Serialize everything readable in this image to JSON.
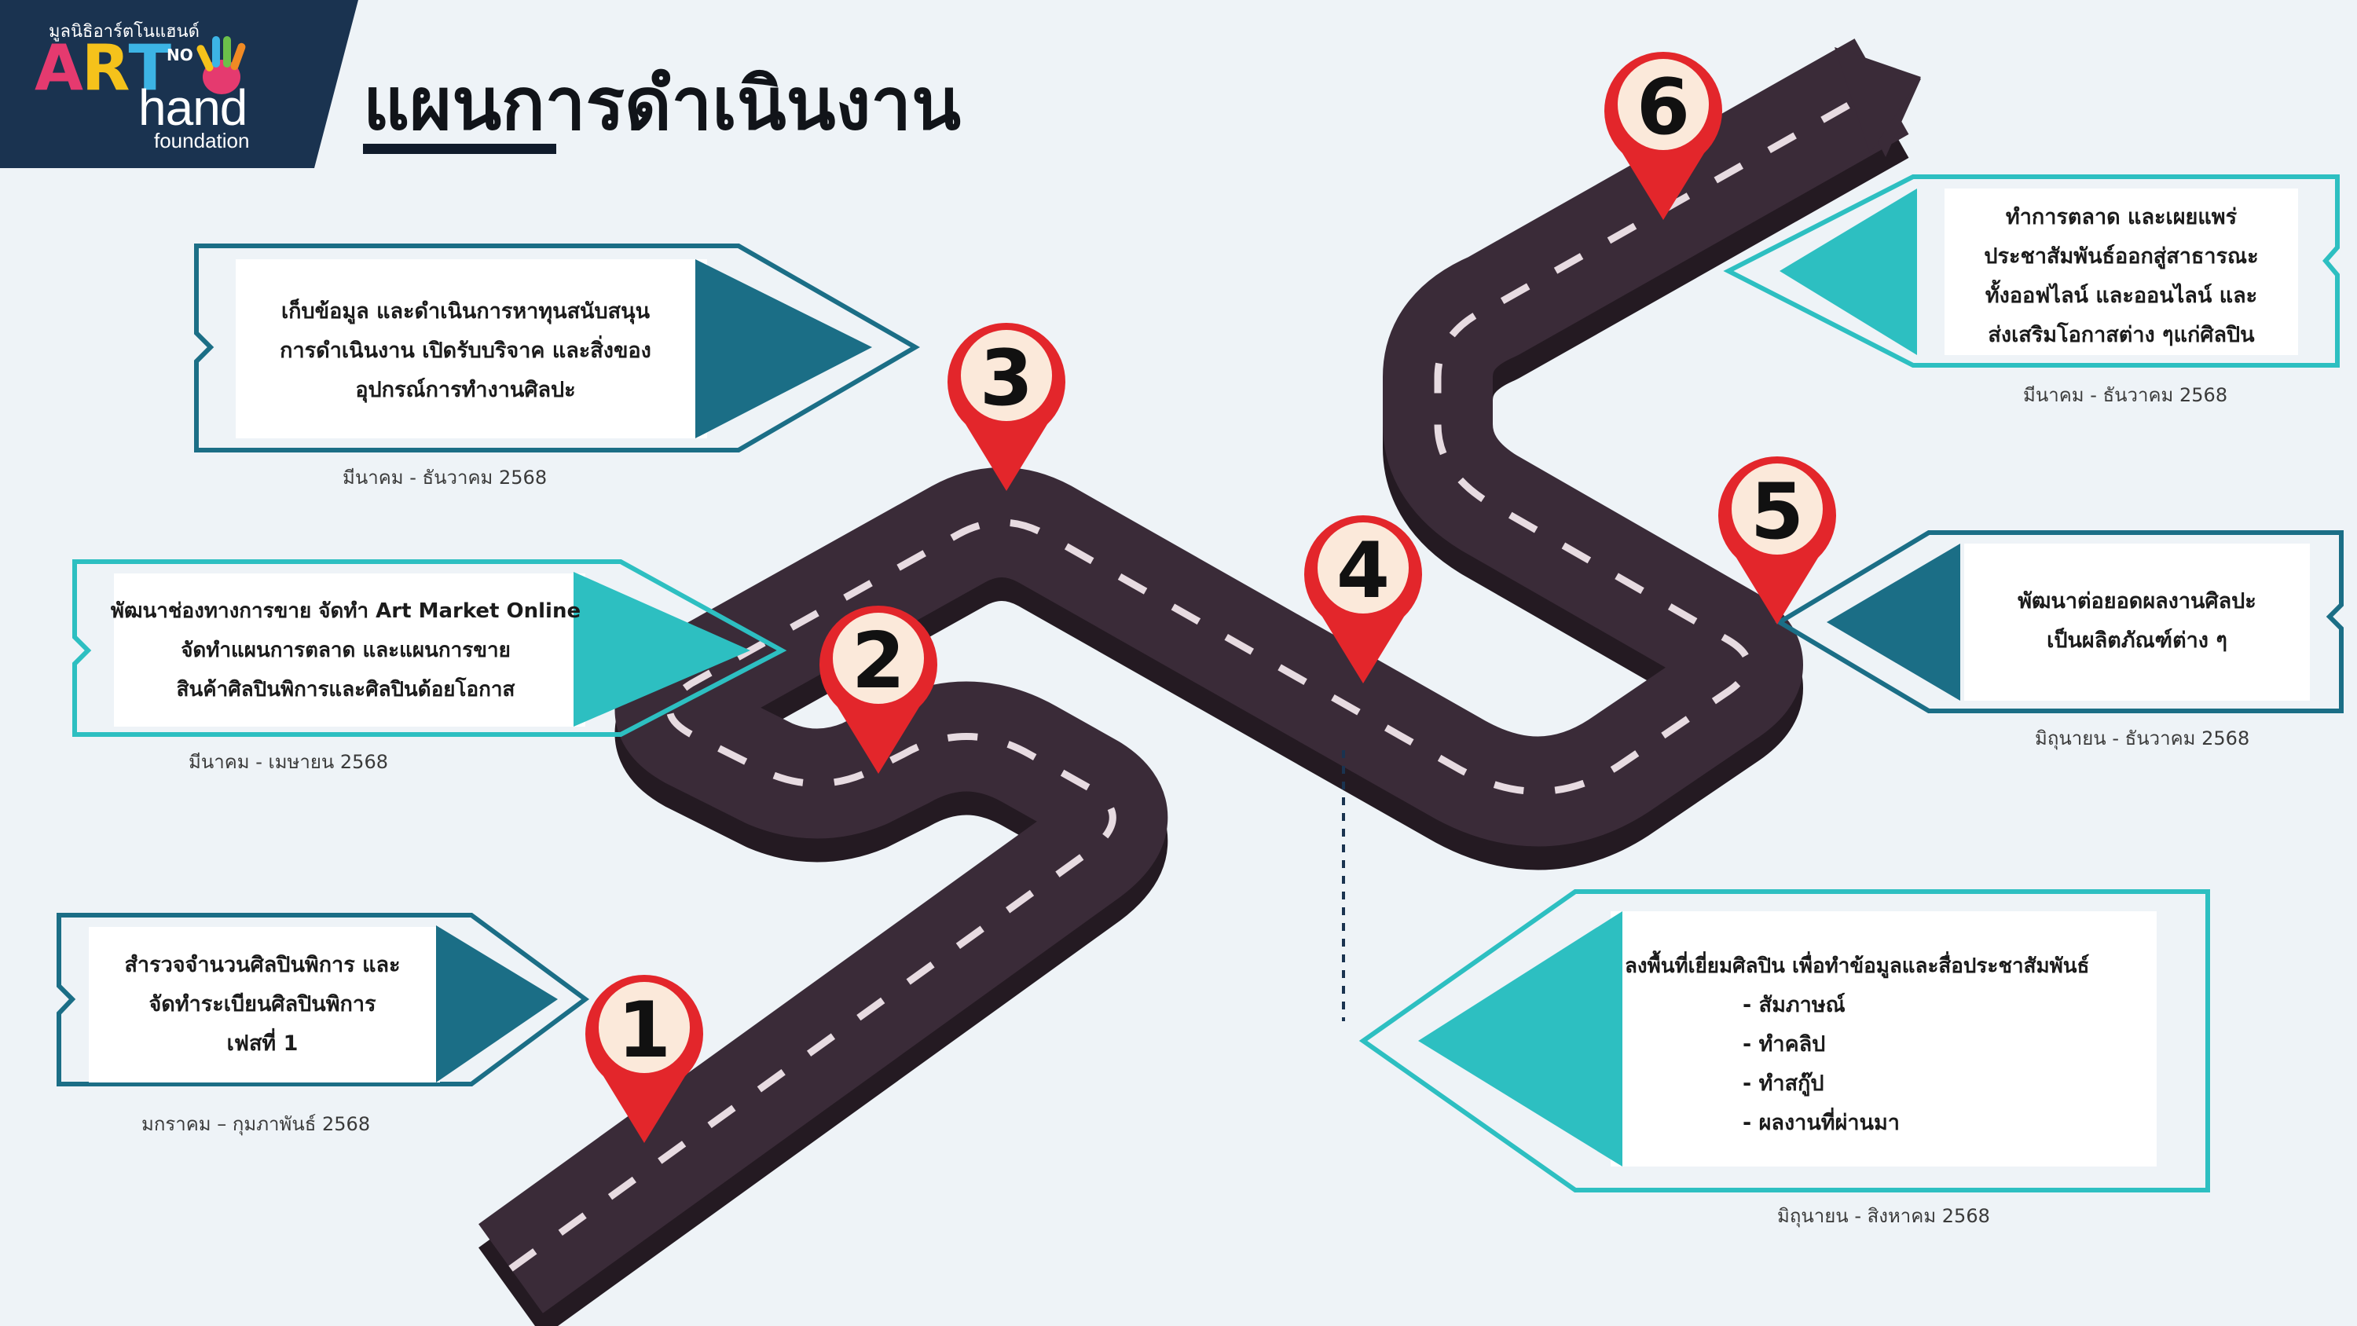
{
  "brand": {
    "org_name": "มูลนิธิอาร์ตโนแฮนด์",
    "art_letters": [
      "A",
      "R",
      "T"
    ],
    "art_colors": [
      "#e53a6f",
      "#f5c21b",
      "#3cb4e5"
    ],
    "no_text": "NO",
    "hand_text": "hand",
    "foundation_text": "foundation"
  },
  "page": {
    "title": "แผนการดำเนินงาน"
  },
  "colors": {
    "navy": "#1a3350",
    "teal": "#2dbfc1",
    "dark_teal": "#1b6e86",
    "road": "#3a2b38",
    "road_side": "#241a22",
    "pin_red": "#e3262b",
    "pin_face": "#fbe9da"
  },
  "milestones": [
    {
      "number": "1",
      "lines": [
        "สำรวจจำนวนศิลปินพิการ และ",
        "จัดทำระเบียนศิลปินพิการ",
        "เฟสที่ 1"
      ],
      "period": "มกราคม – กุมภาพันธ์ 2568"
    },
    {
      "number": "2",
      "lines": [
        "พัฒนาช่องทางการขาย จัดทำ Art Market Online",
        "จัดทำแผนการตลาด และแผนการขาย",
        "สินค้าศิลปินพิการและศิลปินด้อยโอกาส"
      ],
      "period": "มีนาคม - เมษายน 2568"
    },
    {
      "number": "3",
      "lines": [
        "เก็บข้อมูล และดำเนินการหาทุนสนับสนุน",
        "การดำเนินงาน เปิดรับบริจาค และสิ่งของ",
        "อุปกรณ์การทำงานศิลปะ"
      ],
      "period": "มีนาคม - ธันวาคม 2568"
    },
    {
      "number": "4",
      "lines": [
        "ลงพื้นที่เยี่ยมศิลปิน เพื่อทำข้อมูลและสื่อประชาสัมพันธ์"
      ],
      "items": [
        "- สัมภาษณ์",
        "- ทำคลิป",
        "- ทำสกู๊ป",
        "- ผลงานที่ผ่านมา"
      ],
      "period": "มิถุนายน - สิงหาคม 2568"
    },
    {
      "number": "5",
      "lines": [
        "พัฒนาต่อยอดผลงานศิลปะ",
        "เป็นผลิตภัณฑ์ต่าง ๆ"
      ],
      "period": "มิถุนายน - ธันวาคม 2568"
    },
    {
      "number": "6",
      "lines": [
        "ทำการตลาด และเผยแพร่",
        "ประชาสัมพันธ์ออกสู่สาธารณะ",
        "ทั้งออฟไลน์ และออนไลน์ และ",
        "ส่งเสริมโอกาสต่าง ๆแก่ศิลปิน"
      ],
      "period": "มีนาคม - ธันวาคม 2568"
    }
  ]
}
